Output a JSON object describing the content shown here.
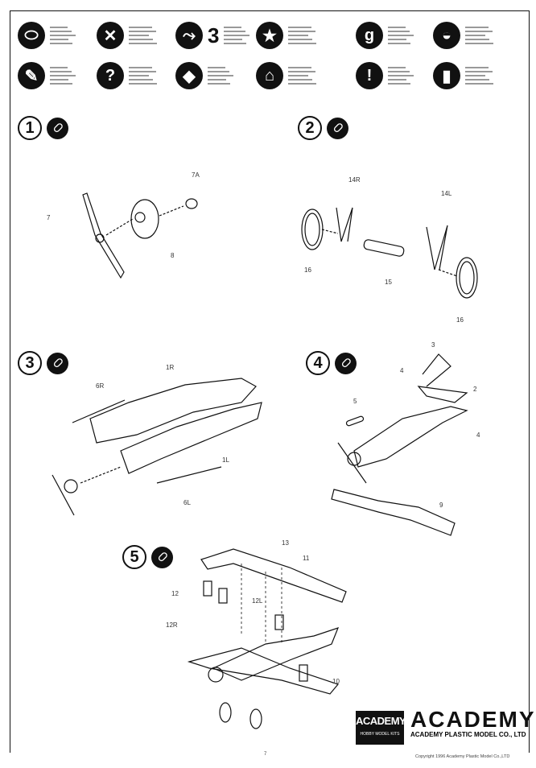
{
  "legend": [
    {
      "icon": "glue-icon",
      "number": ""
    },
    {
      "icon": "no-glue-icon",
      "number": ""
    },
    {
      "icon": "alternative-icon",
      "number": "3"
    },
    {
      "icon": "star-icon",
      "number": ""
    },
    {
      "icon": "g-icon",
      "number": ""
    },
    {
      "icon": "bowl-icon",
      "number": ""
    },
    {
      "icon": "knife-icon",
      "number": ""
    },
    {
      "icon": "question-icon",
      "number": ""
    },
    {
      "icon": "diamond-icon",
      "number": ""
    },
    {
      "icon": "drill-icon",
      "number": ""
    },
    {
      "icon": "exclamation-icon",
      "number": ""
    },
    {
      "icon": "bar-icon",
      "number": ""
    }
  ],
  "steps": [
    {
      "number": "1",
      "labels": [
        "7A",
        "7",
        "8"
      ]
    },
    {
      "number": "2",
      "labels": [
        "14R",
        "14L",
        "16",
        "15",
        "16"
      ]
    },
    {
      "number": "3",
      "labels": [
        "1R",
        "6R",
        "1L",
        "6L"
      ]
    },
    {
      "number": "4",
      "labels": [
        "3",
        "4",
        "2",
        "5",
        "4",
        "9"
      ]
    },
    {
      "number": "5",
      "labels": [
        "13",
        "11",
        "12",
        "12L",
        "12R",
        "10"
      ]
    }
  ],
  "brand": {
    "badge": "ACADEMY",
    "badge_sub": "HOBBY MODEL KITS",
    "logo": "ACADEMY",
    "company": "ACADEMY PLASTIC MODEL CO., LTD"
  },
  "page_number": "7",
  "copyright": "Copyright 1996 Academy Plastic Model Co.,LTD"
}
